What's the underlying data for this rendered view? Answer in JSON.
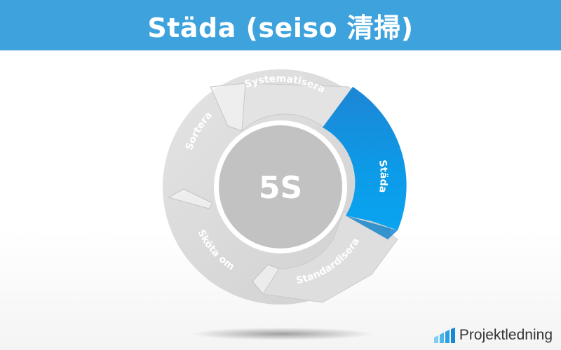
{
  "header": {
    "title": "Städa (seiso 清掃)"
  },
  "diagram": {
    "center_label": "5S",
    "segments": [
      {
        "label": "Sortera",
        "active": false
      },
      {
        "label": "Systematisera",
        "active": false
      },
      {
        "label": "Städa",
        "active": true
      },
      {
        "label": "Standardisera",
        "active": false
      },
      {
        "label": "Sköta om",
        "active": false
      }
    ],
    "colors": {
      "header_bg": "#3ea3dc",
      "active_segment": "#1590e0",
      "inactive_segment": "#dcdcdc",
      "center": "#c2c2c2"
    }
  },
  "logo": {
    "text": "Projektledning"
  }
}
